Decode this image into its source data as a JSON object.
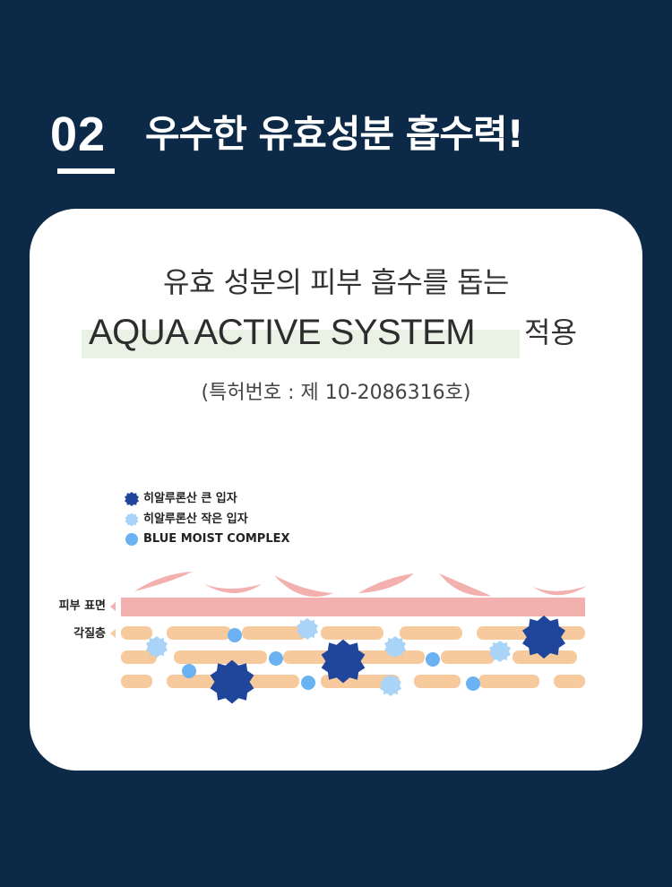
{
  "header": {
    "number": "02",
    "title": "우수한 유효성분 흡수력!"
  },
  "card": {
    "subtitle": "유효 성분의 피부 흡수를 돕는",
    "system_name": "AQUA ACTIVE SYSTEM",
    "system_suffix": "적용",
    "patent": "(특허번호 : 제 10-2086316호)"
  },
  "legend": {
    "items": [
      {
        "label": "히알루론산 큰 입자",
        "icon": "large-particle-icon",
        "color": "#20469b"
      },
      {
        "label": "히알루론산 작은 입자",
        "icon": "small-particle-icon",
        "color": "#a9d3f7"
      },
      {
        "label": "BLUE MOIST COMPLEX",
        "icon": "blue-moist-complex-icon",
        "color": "#6ab2f2"
      }
    ]
  },
  "layers": {
    "skin_surface": "피부 표면",
    "stratum_corneum": "각질층"
  },
  "colors": {
    "background": "#0c2a48",
    "card": "#ffffff",
    "highlight": "#e9f2e4",
    "skin_surface": "#f2b1ae",
    "corneum_cells": "#f7ca9e"
  }
}
